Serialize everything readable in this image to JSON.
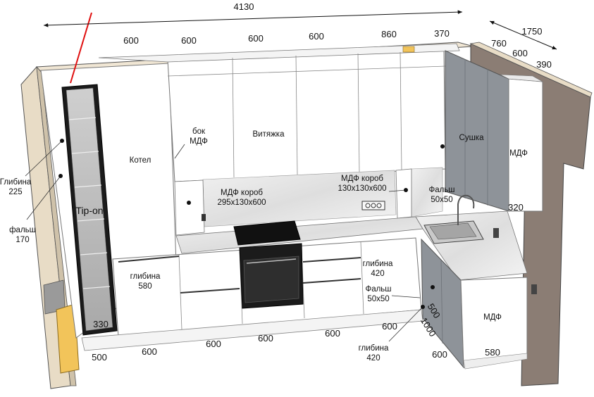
{
  "dimensions": {
    "total_width": "4130",
    "right_total": "1750",
    "top_modules": [
      "600",
      "600",
      "600",
      "600",
      "860",
      "370"
    ],
    "right_depths": [
      "760",
      "600",
      "390"
    ],
    "bottom_modules": [
      "500",
      "600",
      "600",
      "600",
      "600"
    ],
    "corner": [
      "600",
      "1000",
      "500",
      "600"
    ],
    "column_base": "330",
    "right_base": "580",
    "right_upper": "320"
  },
  "labels": {
    "left_depth": "Глибина\n225",
    "left_filler": "фальш\n170",
    "tipon": "Tip-on",
    "boiler": "Котел",
    "side_mdf": "бок\nМДФ",
    "hood": "Витяжка",
    "box_left": "МДФ короб\n295х130х600",
    "box_right": "МДФ короб\n130х130х600",
    "dryer": "Сушка",
    "mdf_upper": "МДФ",
    "filler_upper": "Фальш\n50х50",
    "depth_580": "глибина\n580",
    "depth_420_mid": "глибина\n420",
    "filler_mid": "Фальш\n50х50",
    "depth_420_bottom": "глибина\n420",
    "mdf_lower": "МДФ"
  },
  "colors": {
    "cabinet_white": "#ffffff",
    "cabinet_grey": "#8e9399",
    "wall_beige": "#e8dcc6",
    "wall_brown": "#8b7d74",
    "countertop": "#e3e3e3",
    "accent_red": "#e01010",
    "yellow_block": "#f2c45a"
  }
}
